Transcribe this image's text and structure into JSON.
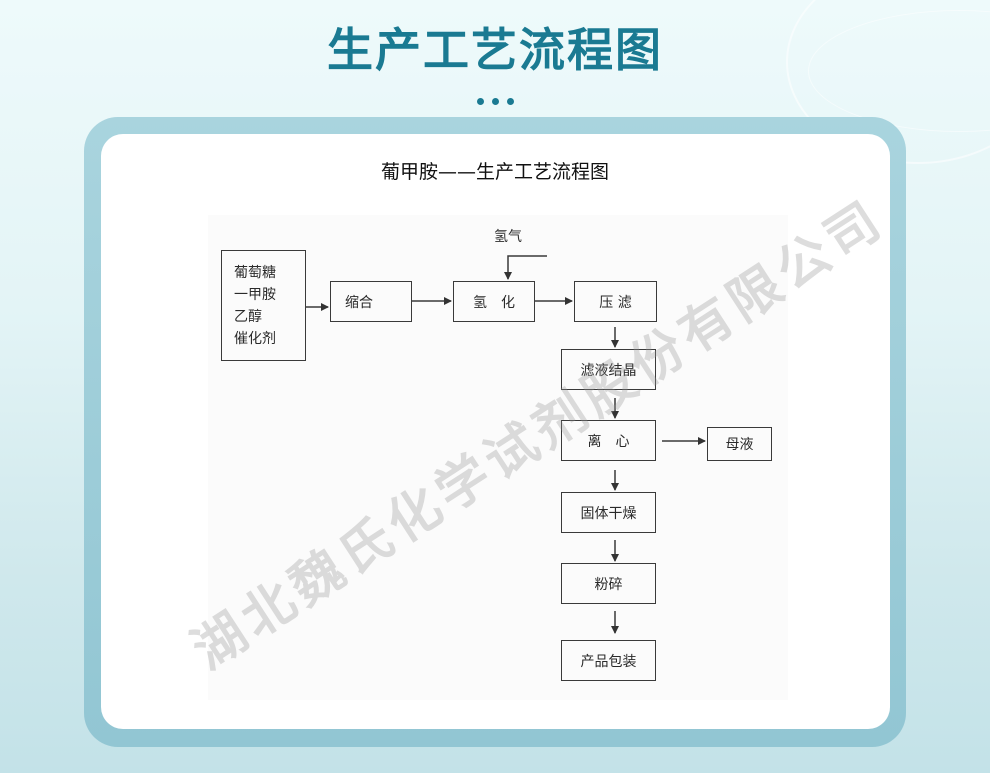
{
  "header": {
    "title": "生产工艺流程图",
    "dots": [
      "•",
      "•",
      "•"
    ]
  },
  "card": {
    "diagram_title": "葡甲胺——生产工艺流程图",
    "watermark": "湖北魏氏化学试剂股份有限公司"
  },
  "flowchart": {
    "inputs": [
      "葡萄糖",
      "一甲胺",
      "乙醇",
      "催化剂"
    ],
    "hydrogen_label": "氢气",
    "steps": {
      "condensation": "缩合",
      "hydrogenation": "氢　化",
      "press_filtration": "压 滤",
      "filtrate_crystallization": "滤液结晶",
      "centrifugation": "离　心",
      "mother_liquor": "母液",
      "solid_drying": "固体干燥",
      "grinding": "粉碎",
      "packaging": "产品包装"
    },
    "edges": [
      [
        "inputs",
        "condensation"
      ],
      [
        "condensation",
        "hydrogenation"
      ],
      [
        "hydrogen",
        "hydrogenation"
      ],
      [
        "hydrogenation",
        "press_filtration"
      ],
      [
        "press_filtration",
        "filtrate_crystallization"
      ],
      [
        "filtrate_crystallization",
        "centrifugation"
      ],
      [
        "centrifugation",
        "mother_liquor"
      ],
      [
        "centrifugation",
        "solid_drying"
      ],
      [
        "solid_drying",
        "grinding"
      ],
      [
        "grinding",
        "packaging"
      ]
    ]
  },
  "colors": {
    "title": "#1a7a92",
    "frame": "#a9d4de",
    "card_bg": "#ffffff",
    "line": "#3a3a3a"
  }
}
